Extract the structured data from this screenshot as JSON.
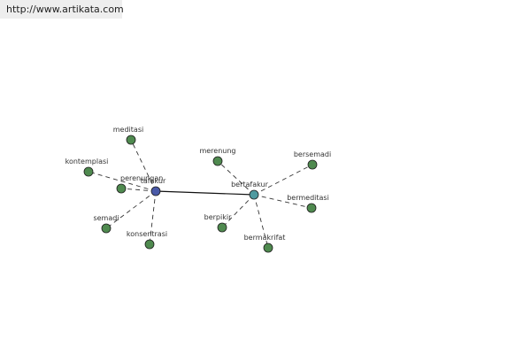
{
  "source_url": "http://www.artikata.com",
  "colors": {
    "background": "#ffffff",
    "banner_bg": "#eeeeee",
    "leaf_node": "#4f8a4f",
    "root_node": "#4a5aa8",
    "sub_node": "#4f9aa0",
    "node_stroke": "#1d1d1d",
    "dashed_edge": "#333333",
    "solid_edge": "#111111"
  },
  "graph": {
    "nodes": [
      {
        "id": "tafakur",
        "label": "tafakur",
        "kind": "root"
      },
      {
        "id": "bertafakur",
        "label": "bertafakur",
        "kind": "sub"
      },
      {
        "id": "meditasi",
        "label": "meditasi",
        "kind": "leaf"
      },
      {
        "id": "kontemplasi",
        "label": "kontemplasi",
        "kind": "leaf"
      },
      {
        "id": "perenungan",
        "label": "perenungan",
        "kind": "leaf"
      },
      {
        "id": "semadi",
        "label": "semadi",
        "kind": "leaf"
      },
      {
        "id": "konsentrasi",
        "label": "konsentrasi",
        "kind": "leaf"
      },
      {
        "id": "merenung",
        "label": "merenung",
        "kind": "leaf"
      },
      {
        "id": "bersemadi",
        "label": "bersemadi",
        "kind": "leaf"
      },
      {
        "id": "bermeditasi",
        "label": "bermeditasi",
        "kind": "leaf"
      },
      {
        "id": "berpikir",
        "label": "berpikir",
        "kind": "leaf"
      },
      {
        "id": "bermakrifat",
        "label": "bermakrifat",
        "kind": "leaf"
      }
    ],
    "edges": [
      {
        "from": "tafakur",
        "to": "bertafakur",
        "style": "solid"
      },
      {
        "from": "tafakur",
        "to": "meditasi",
        "style": "dashed"
      },
      {
        "from": "tafakur",
        "to": "kontemplasi",
        "style": "dashed"
      },
      {
        "from": "tafakur",
        "to": "perenungan",
        "style": "dashed"
      },
      {
        "from": "tafakur",
        "to": "semadi",
        "style": "dashed"
      },
      {
        "from": "tafakur",
        "to": "konsentrasi",
        "style": "dashed"
      },
      {
        "from": "bertafakur",
        "to": "merenung",
        "style": "dashed"
      },
      {
        "from": "bertafakur",
        "to": "bersemadi",
        "style": "dashed"
      },
      {
        "from": "bertafakur",
        "to": "bermeditasi",
        "style": "dashed"
      },
      {
        "from": "bertafakur",
        "to": "berpikir",
        "style": "dashed"
      },
      {
        "from": "bertafakur",
        "to": "bermakrifat",
        "style": "dashed"
      }
    ]
  }
}
